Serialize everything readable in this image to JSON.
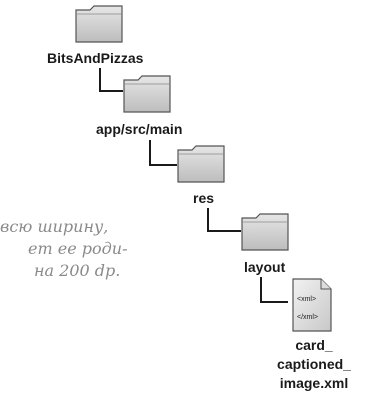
{
  "tree": {
    "root": "BitsAndPizzas",
    "level1": "app/src/main",
    "level2": "res",
    "level3": "layout",
    "file": {
      "name_lines": [
        "card_",
        "captioned_",
        "image.xml"
      ],
      "tag_open": "<xml>",
      "tag_close": "</xml>"
    }
  },
  "note": {
    "lines": [
      "всю ширину,",
      "ет ее роди-",
      "на 200 dp."
    ]
  }
}
